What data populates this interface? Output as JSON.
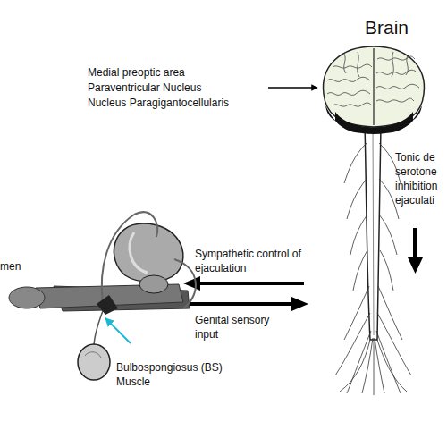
{
  "diagram": {
    "labels": [
      "Brain",
      "Medial preoptic area",
      "Paraventricular Nucleus",
      "Nucleus Paragigantocellularis",
      "Tonic de serotone inhibition ejaculati",
      "men",
      "Sympathetic control of ejaculation",
      "Genital sensory input",
      "Bulbospongiosus (BS) Muscle"
    ]
  }
}
